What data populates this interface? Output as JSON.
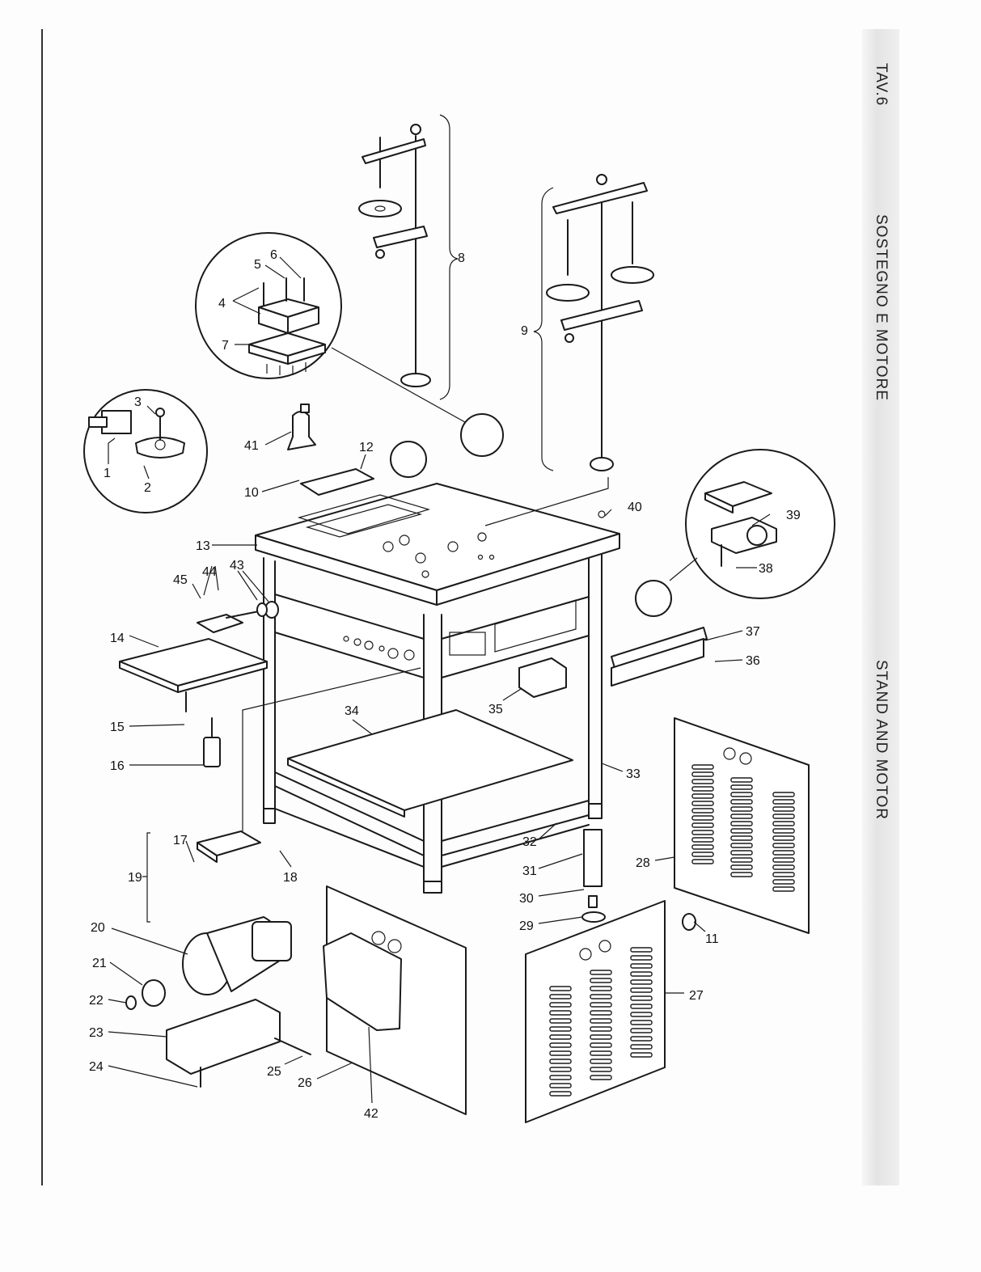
{
  "sheet": {
    "plate": "TAV.6",
    "title_it": "SOSTEGNO E MOTORE",
    "title_en": "STAND AND MOTOR"
  },
  "callouts": [
    "1",
    "2",
    "3",
    "4",
    "5",
    "6",
    "7",
    "8",
    "9",
    "10",
    "11",
    "12",
    "13",
    "14",
    "15",
    "16",
    "17",
    "18",
    "19",
    "20",
    "21",
    "22",
    "23",
    "24",
    "25",
    "26",
    "27",
    "28",
    "29",
    "30",
    "31",
    "32",
    "33",
    "34",
    "35",
    "36",
    "37",
    "38",
    "39",
    "40",
    "41",
    "42",
    "43",
    "44",
    "45"
  ]
}
